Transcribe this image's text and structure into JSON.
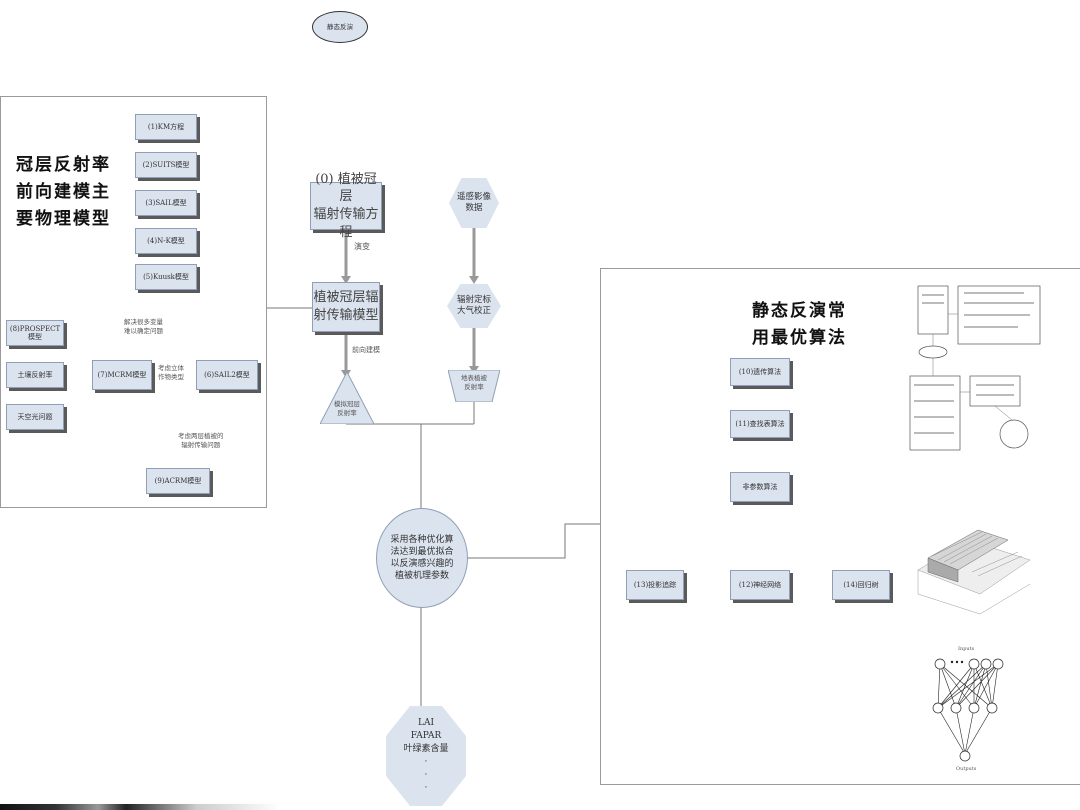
{
  "top_badge": "静态反演",
  "left_panel": {
    "title": "冠层反射率\n前向建模主\n要物理模型",
    "models": [
      "(1)KM方程",
      "(2)SUITS模型",
      "(3)SAIL模型",
      "(4)N-K模型",
      "(5)Kuusk模型"
    ],
    "inputs": [
      "(8)PROSPECT模型",
      "土壤反射率",
      "天空光问题"
    ],
    "mcrm": "(7)MCRM模型",
    "sail2": "(6)SAIL2模型",
    "acrm": "(9)ACRM模型",
    "note_multi": "解决很多变量\n难以确定问题",
    "note_3d": "考虑立体\n作物类型",
    "note_2layer": "考虑两层植被的\n辐射传输问题"
  },
  "center": {
    "eq": "(0) 植被冠层\n辐射传输方程",
    "evolve": "演变",
    "model": "植被冠层辐\n射传输模型",
    "forward": "前向建模",
    "sim": "模拟冠层\n反射率",
    "rs_data": "遥感影像\n数据",
    "calib": "辐射定标\n大气校正",
    "reflect": "地表植被\n反射率",
    "optimize": "采用各种优化算\n法达到最优拟合\n以反演感兴趣的\n植被机理参数",
    "output": "LAI\nFAPAR\n叶绿素含量\n·\n·\n·"
  },
  "right_panel": {
    "title": "静态反演常\n用最优算法",
    "genetic": "(10)遗传算法",
    "lut": "(11)查找表算法",
    "nonparam": "非参数算法",
    "proj": "(13)投影追踪",
    "nn": "(12)神经网络",
    "tree": "(14)回归树",
    "nn_input_label": "Inputs",
    "nn_output_label": "Outputs"
  }
}
